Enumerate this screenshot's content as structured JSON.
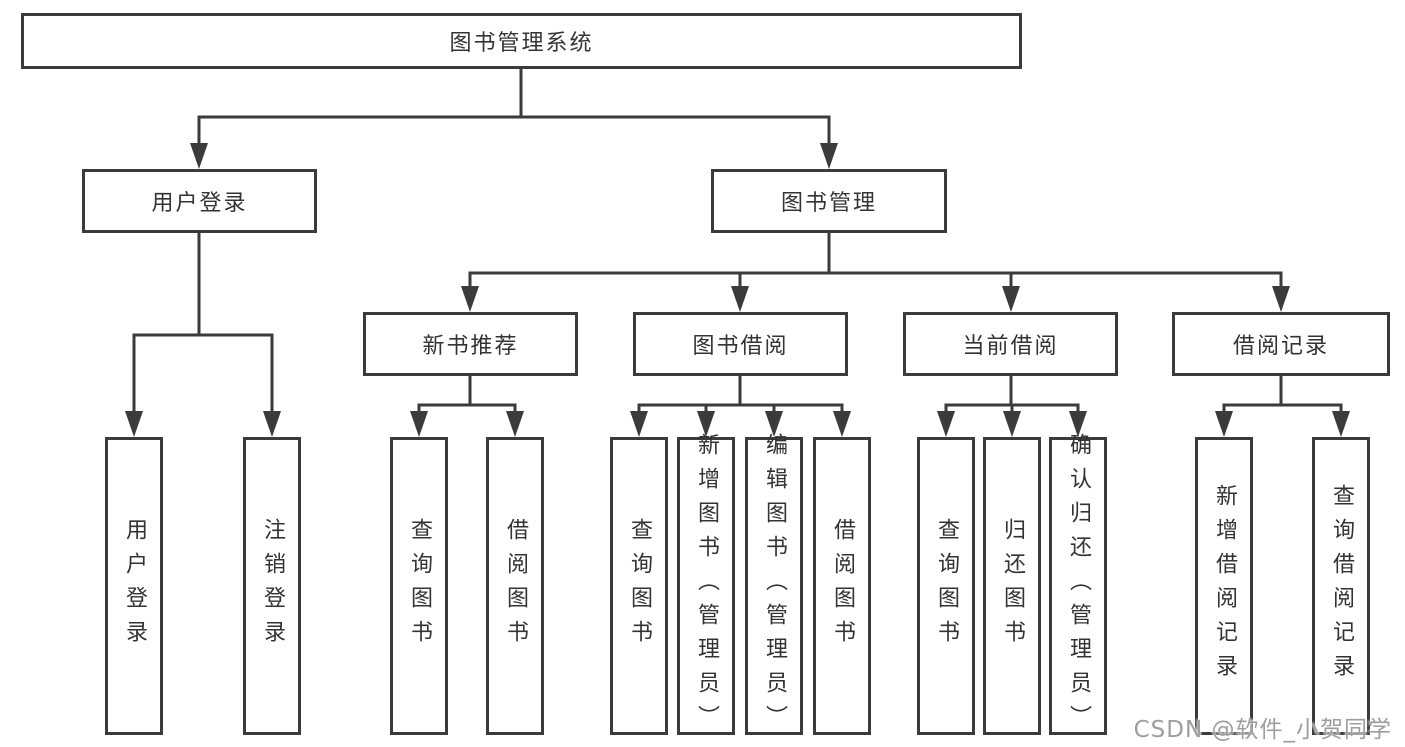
{
  "diagram": {
    "root": {
      "label": "图书管理系统"
    },
    "level2": [
      {
        "label": "用户登录"
      },
      {
        "label": "图书管理"
      }
    ],
    "level3": [
      {
        "label": "新书推荐"
      },
      {
        "label": "图书借阅"
      },
      {
        "label": "当前借阅"
      },
      {
        "label": "借阅记录"
      }
    ],
    "leaves": {
      "user_login": [
        {
          "label": "用户登录"
        },
        {
          "label": "注销登录"
        }
      ],
      "new_book": [
        {
          "label": "查询图书"
        },
        {
          "label": "借阅图书"
        }
      ],
      "book_borrow": [
        {
          "label": "查询图书"
        },
        {
          "label": "新增图书（管理员）"
        },
        {
          "label": "编辑图书（管理员）"
        },
        {
          "label": "借阅图书"
        }
      ],
      "current_borrow": [
        {
          "label": "查询图书"
        },
        {
          "label": "归还图书"
        },
        {
          "label": "确认归还（管理员）"
        }
      ],
      "borrow_record": [
        {
          "label": "新增借阅记录"
        },
        {
          "label": "查询借阅记录"
        }
      ]
    }
  },
  "watermark": {
    "text": "CSDN @软件_小贺同学"
  },
  "colors": {
    "line": "#3b3b3b",
    "text": "#333333",
    "background": "#ffffff",
    "watermark": "#9e9e9e"
  }
}
